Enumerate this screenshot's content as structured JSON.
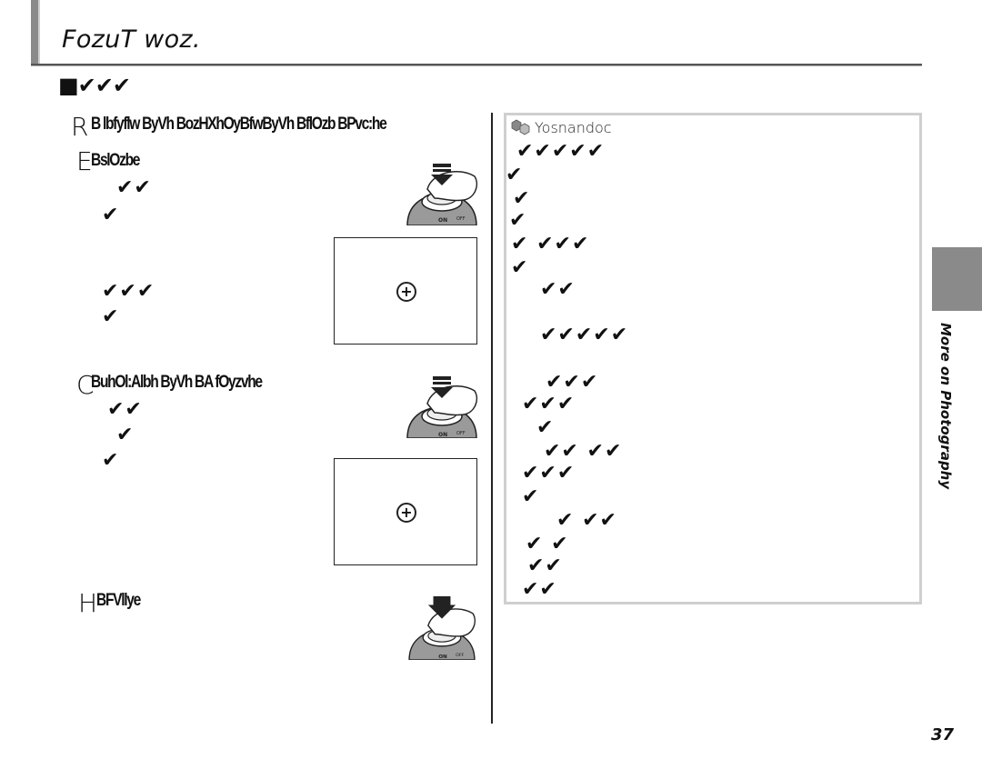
{
  "header": {
    "title": "FozuT woz."
  },
  "section_heading": "■✔✔✔",
  "steps": [
    {
      "num": "R",
      "text": "B lbfyflw    ByVh BozHXhOyBfwByVh BflOzb   BPvc:he"
    },
    {
      "num": "E",
      "text": "BslOzbe"
    },
    {
      "num": "C",
      "text": "BuhOl:Albh       ByVh BA fOyzvhe"
    },
    {
      "num": "H",
      "text": "BFVllye"
    }
  ],
  "left_checks": [
    "✔✔",
    "✔",
    "✔✔✔",
    "✔",
    "✔✔",
    "✔",
    "✔"
  ],
  "note": {
    "title": "Yosnandoc",
    "lines": [
      "✔✔✔✔✔",
      "✔",
      "✔",
      "✔",
      "✔ ✔✔✔",
      "✔",
      "✔✔",
      "✔✔✔✔✔",
      "✔✔✔",
      "✔✔✔",
      "✔",
      "✔✔  ✔✔",
      "✔✔✔",
      "✔",
      "✔ ✔✔",
      "✔ ✔",
      "✔✔",
      "✔✔"
    ]
  },
  "side_tab": {
    "label": "More on Photography"
  },
  "page_number": "37",
  "camera": {
    "on_label": "ON",
    "off_label": "OFF"
  }
}
